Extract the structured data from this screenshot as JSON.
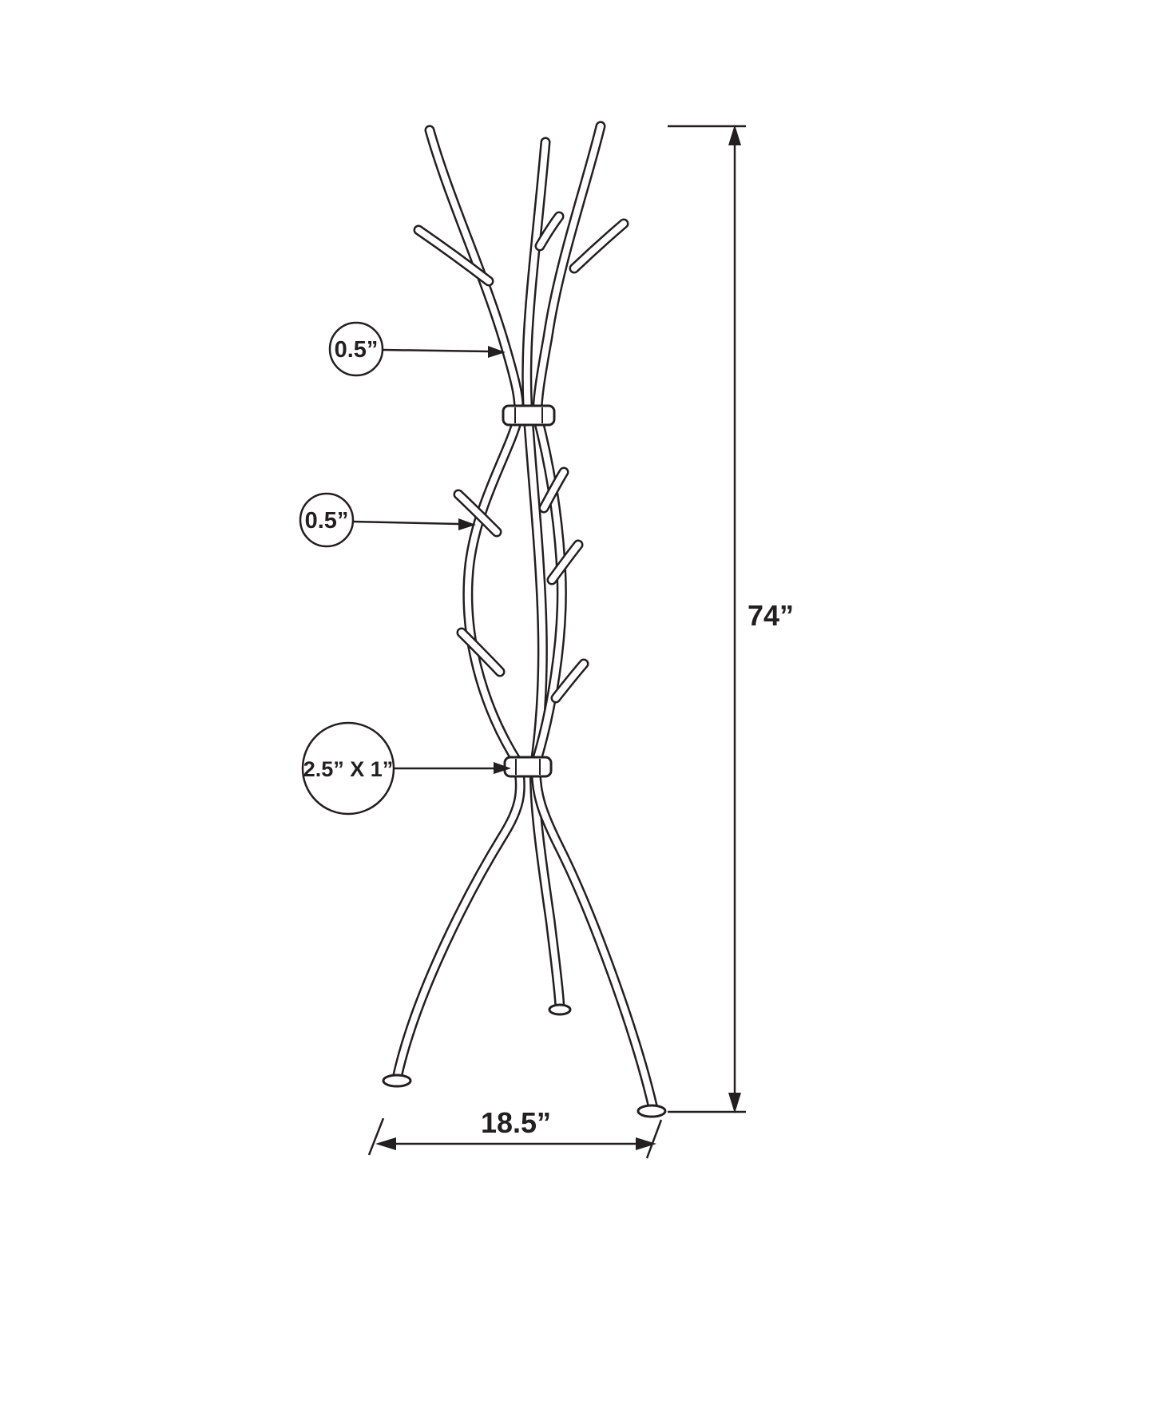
{
  "diagram": {
    "type": "dimension-drawing",
    "subject": "coat rack line drawing",
    "colors": {
      "line": "#231f20",
      "background": "#ffffff"
    },
    "callouts": [
      {
        "label": "0.5”"
      },
      {
        "label": "0.5”"
      },
      {
        "label": "2.5” X 1”"
      }
    ],
    "dimensions": {
      "height": "74”",
      "width": "18.5”"
    }
  }
}
